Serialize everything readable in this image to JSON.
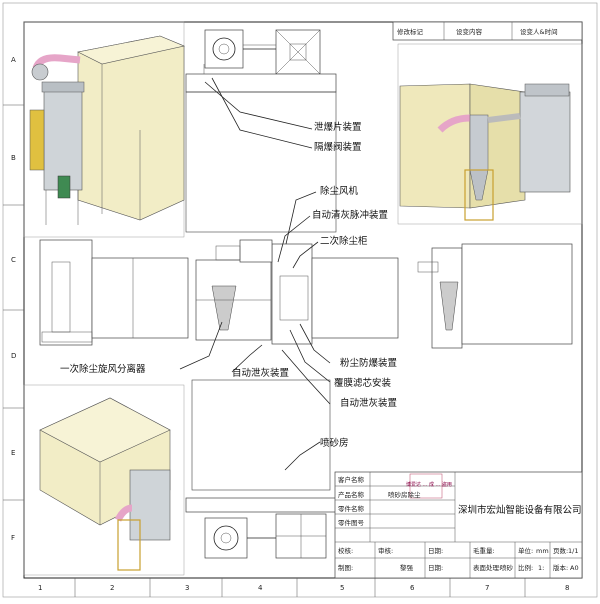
{
  "grid": {
    "cols": [
      "1",
      "2",
      "3",
      "4",
      "5",
      "6",
      "7",
      "8"
    ],
    "rows": [
      "A",
      "B",
      "C",
      "D",
      "E",
      "F"
    ]
  },
  "revision_table": {
    "cells": [
      "修改标记",
      "设变内容",
      "设变人&时间"
    ]
  },
  "labels": {
    "explosion_vent": "泄爆片装置",
    "isolation_valve": "隔爆阀装置",
    "dust_fan": "除尘风机",
    "auto_pulse": "自动清灰脉冲装置",
    "secondary_cabinet": "二次除尘柜",
    "cyclone": "一次除尘旋风分离器",
    "auto_ash_1": "自动泄灰装置",
    "powder_explosion": "粉尘防爆装置",
    "filter_install": "覆膜滤芯安装",
    "auto_ash_2": "自动泄灰装置",
    "blast_room": "喷砂房"
  },
  "title_block": {
    "customer_label": "客户名称",
    "stamp": "博爱达 ... 成 ... 盗用",
    "product_name_label": "产品名称",
    "product_name_value": "喷砂房除尘",
    "part_name_label": "零件名称",
    "part_no_label": "零件图号",
    "company": "深圳市宏灿智能设备有限公司",
    "design_label": "校核:",
    "review_label": "审核:",
    "date_label1": "日期:",
    "weight_label": "毛重量:",
    "unit_label": "单位:",
    "unit_value": "mm",
    "pages_label": "页数:",
    "pages_value": "1/1",
    "drafter_label": "制图:",
    "drafter_value": "黎强",
    "date_label2": "日期:",
    "surface_label": "表面处理:",
    "surface_value": "喷砂",
    "scale_label": "比例:",
    "scale_value": "1:",
    "version_label": "版本:",
    "version_value": "A0"
  }
}
